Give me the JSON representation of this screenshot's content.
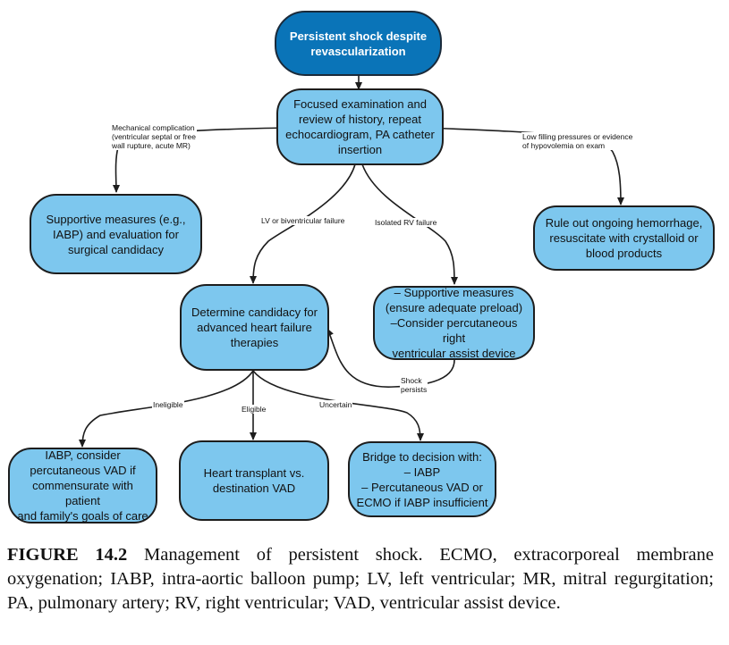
{
  "nodes": {
    "start": "Persistent shock despite\nrevascularization",
    "exam": "Focused examination and\nreview of history, repeat\nechocardiogram, PA catheter\ninsertion",
    "supportive": "Supportive measures (e.g.,\nIABP) and evaluation for\nsurgical candidacy",
    "rule_out": "Rule out ongoing hemorrhage,\nresuscitate with crystalloid or\nblood products",
    "candidacy": "Determine candidacy for\nadvanced heart failure\ntherapies",
    "rv_measures": "– Supportive measures\n(ensure adequate preload)\n–Consider percutaneous right\nventricular assist device",
    "iabp": "IABP, consider\npercutaneous VAD if\ncommensurate with patient\nand family's goals of care",
    "transplant": "Heart transplant vs.\ndestination VAD",
    "bridge": "Bridge to decision with:\n– IABP\n– Percutaneous VAD or\nECMO if IABP insufficient"
  },
  "edge_labels": {
    "mechanical": "Mechanical complication\n(ventricular septal or free\nwall rupture, acute MR)",
    "low_filling": "Low filling pressures or evidence\nof hypovolemia on exam",
    "lv_failure": "LV or biventricular failure",
    "rv_failure": "Isolated RV failure",
    "shock_persists": "Shock\npersists",
    "ineligible": "Ineligible",
    "eligible": "Eligible",
    "uncertain": "Uncertain"
  },
  "caption": {
    "label": "FIGURE 14.2",
    "text": " Management of persistent shock. ECMO, extracorporeal membrane oxygenation; IABP, intra-aortic balloon pump; LV, left ventricular; MR, mitral regurgitation; PA, pulmonary artery; RV, right ventricular; VAD, ventricular assist device."
  },
  "colors": {
    "node_fill": "#7dc7ee",
    "top_node_fill": "#0a74b8",
    "line": "#1d1d1d"
  }
}
